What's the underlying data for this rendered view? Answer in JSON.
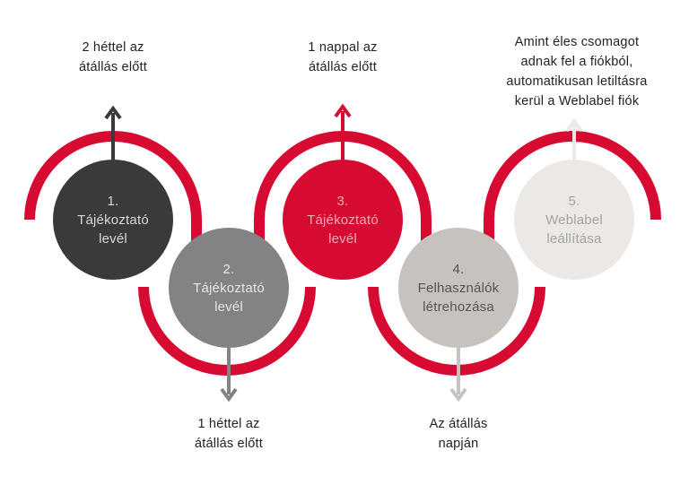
{
  "steps": [
    {
      "number": "1.",
      "line1": "Tájékoztató",
      "line2": "levél",
      "fill": "#3a3a3c",
      "text_color": "#d8d8d8",
      "arrow_color": "#3a3a3c",
      "arrow_direction": "up"
    },
    {
      "number": "2.",
      "line1": "Tájékoztató",
      "line2": "levél",
      "fill": "#838385",
      "text_color": "#e6e6e6",
      "arrow_color": "#838385",
      "arrow_direction": "down"
    },
    {
      "number": "3.",
      "line1": "Tájékoztató",
      "line2": "levél",
      "fill": "#d70a32",
      "text_color": "#f2aab8",
      "arrow_color": "#d70a32",
      "arrow_direction": "up"
    },
    {
      "number": "4.",
      "line1": "Felhasználók",
      "line2": "létrehozása",
      "fill": "#c7c2bd",
      "text_color": "#555555",
      "arrow_color": "#c7c2bd",
      "arrow_direction": "down"
    },
    {
      "number": "5.",
      "line1": "Weblabel",
      "line2": "leállítása",
      "fill": "#ebe8e5",
      "text_color": "#a3a3a3",
      "arrow_color": "#ebe8e5",
      "arrow_direction": "up"
    }
  ],
  "labels": {
    "step1": [
      "2 héttel az",
      "átállás előtt"
    ],
    "step2": [
      "1 héttel az",
      "átállás előtt"
    ],
    "step3": [
      "1 nappal az",
      "átállás előtt"
    ],
    "step4": [
      "Az átállás",
      "napján"
    ],
    "step5": [
      "Amint éles csomagot",
      "adnak fel a fiókból,",
      "automatikusan letiltásra",
      "kerül a Weblabel fiók"
    ]
  },
  "colors": {
    "wave": "#d70a32"
  }
}
